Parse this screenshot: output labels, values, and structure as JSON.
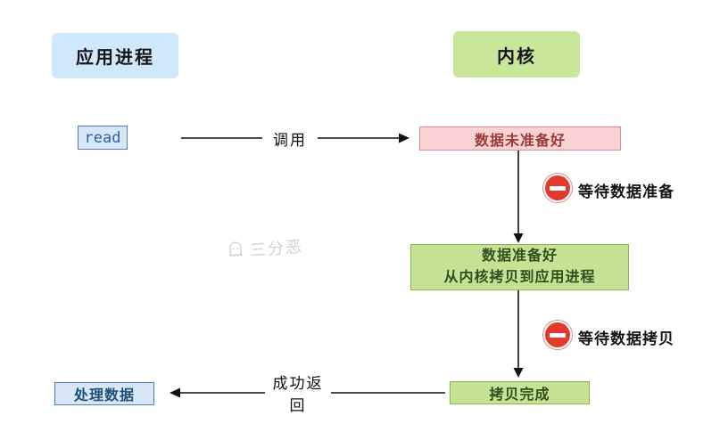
{
  "diagram": {
    "headers": {
      "app_process": "应用进程",
      "kernel": "内核"
    },
    "nodes": {
      "read": "read",
      "data_not_ready": "数据未准备好",
      "data_ready_line1": "数据准备好",
      "data_ready_line2": "从内核拷贝到应用进程",
      "copy_complete": "拷贝完成",
      "process_data": "处理数据"
    },
    "labels": {
      "call": "调用",
      "wait_data_prepare": "等待数据准备",
      "wait_data_copy": "等待数据拷贝",
      "success_return": "成功返回"
    },
    "watermark": "三分恶",
    "colors": {
      "app_header_bg": "#cfe8fb",
      "kernel_header_bg": "#c9e79b",
      "blue_node_bg": "#d7e7f7",
      "blue_node_border": "#4d7ebf",
      "pink_node_bg": "#fad2d4",
      "pink_node_border": "#df8f8f",
      "green_node_bg": "#c6e294",
      "green_node_border": "#8ab34e",
      "prohibit_red": "#e23b2e"
    }
  }
}
